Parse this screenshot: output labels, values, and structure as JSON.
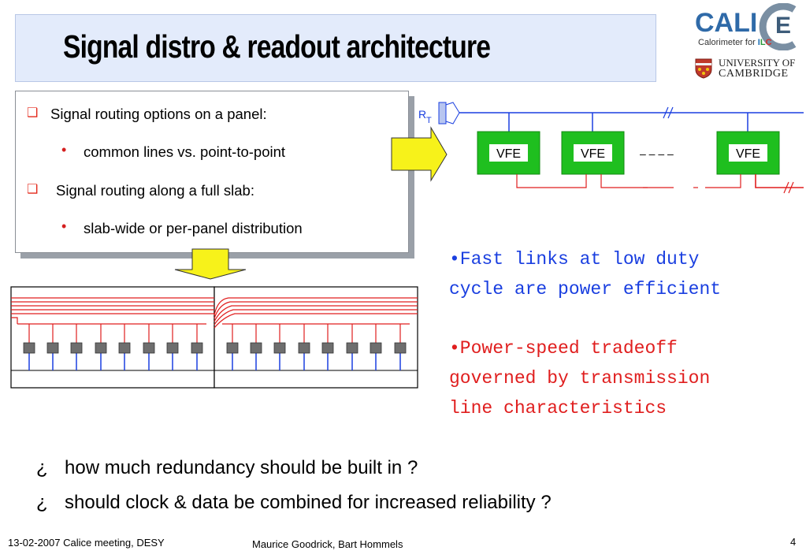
{
  "slide": {
    "title": "Signal distro & readout architecture",
    "logos": {
      "calice_subtitle_prefix": "Calorimeter for ",
      "calice_subtitle_i": "I",
      "calice_subtitle_l": "L",
      "calice_subtitle_c": "C",
      "cambridge_line1": "UNIVERSITY OF",
      "cambridge_line2": "CAMBRIDGE"
    },
    "bullets": [
      {
        "level": 1,
        "text": "Signal routing options on a panel:"
      },
      {
        "level": 2,
        "text": "common lines vs. point-to-point"
      },
      {
        "level": 1,
        "text": "Signal routing along a full slab:"
      },
      {
        "level": 2,
        "text": "slab-wide or per-panel distribution"
      }
    ],
    "diagram": {
      "terminator_label": "R",
      "terminator_sub": "T",
      "vfe_labels": [
        "VFE",
        "VFE",
        "VFE"
      ],
      "dash_gap": "– – – –"
    },
    "notes": {
      "blue_lines": [
        "•Fast links at low duty",
        "cycle are power efficient"
      ],
      "red_lines": [
        "•Power-speed tradeoff",
        "governed by transmission",
        "line characteristics"
      ]
    },
    "questions": [
      {
        "marker": "¿",
        "text": "how much redundancy should be built in ?"
      },
      {
        "marker": "¿",
        "text": "should clock & data be combined for increased reliability ?"
      }
    ],
    "footer": {
      "left": "13-02-2007 Calice meeting, DESY",
      "center": "Maurice Goodrick, Bart Hommels",
      "page": "4"
    },
    "colors": {
      "title_bg": "#e3ebfb",
      "vfe_green": "#1fbf1f",
      "signal_blue": "#1a3fe0",
      "signal_red": "#e01e1e",
      "arrow_yellow": "#f7f21a"
    }
  }
}
